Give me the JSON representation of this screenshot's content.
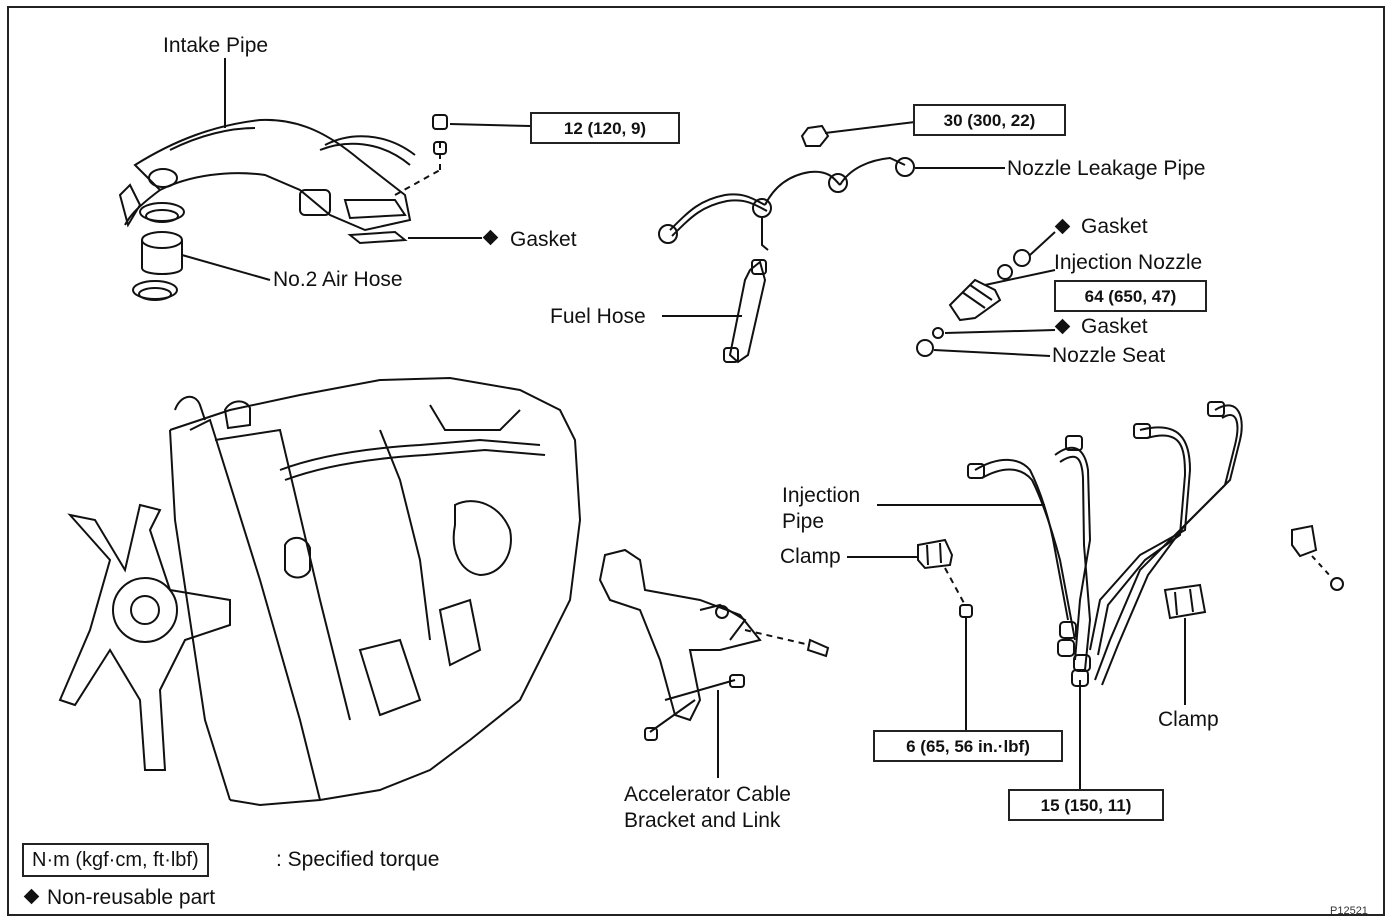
{
  "labels": {
    "intake_pipe": "Intake Pipe",
    "gasket_intake": "Gasket",
    "no2_air_hose": "No.2 Air Hose",
    "nozzle_leakage_pipe": "Nozzle Leakage Pipe",
    "gasket_upper": "Gasket",
    "injection_nozzle": "Injection Nozzle",
    "gasket_lower": "Gasket",
    "nozzle_seat": "Nozzle Seat",
    "fuel_hose": "Fuel Hose",
    "injection_pipe_1": "Injection",
    "injection_pipe_2": "Pipe",
    "clamp_left": "Clamp",
    "clamp_right": "Clamp",
    "accel_1": "Accelerator Cable",
    "accel_2": "Bracket and Link"
  },
  "torques": {
    "t1": "12 (120, 9)",
    "t2": "30 (300, 22)",
    "t3": "64 (650, 47)",
    "t4": "6 (65, 56 in.·lbf)",
    "t5": "15 (150, 11)"
  },
  "legend": {
    "unit_box": "N·m (kgf·cm, ft·lbf)",
    "unit_desc": ": Specified torque",
    "nonreusable": "Non-reusable part"
  },
  "figure_code": "P12521"
}
